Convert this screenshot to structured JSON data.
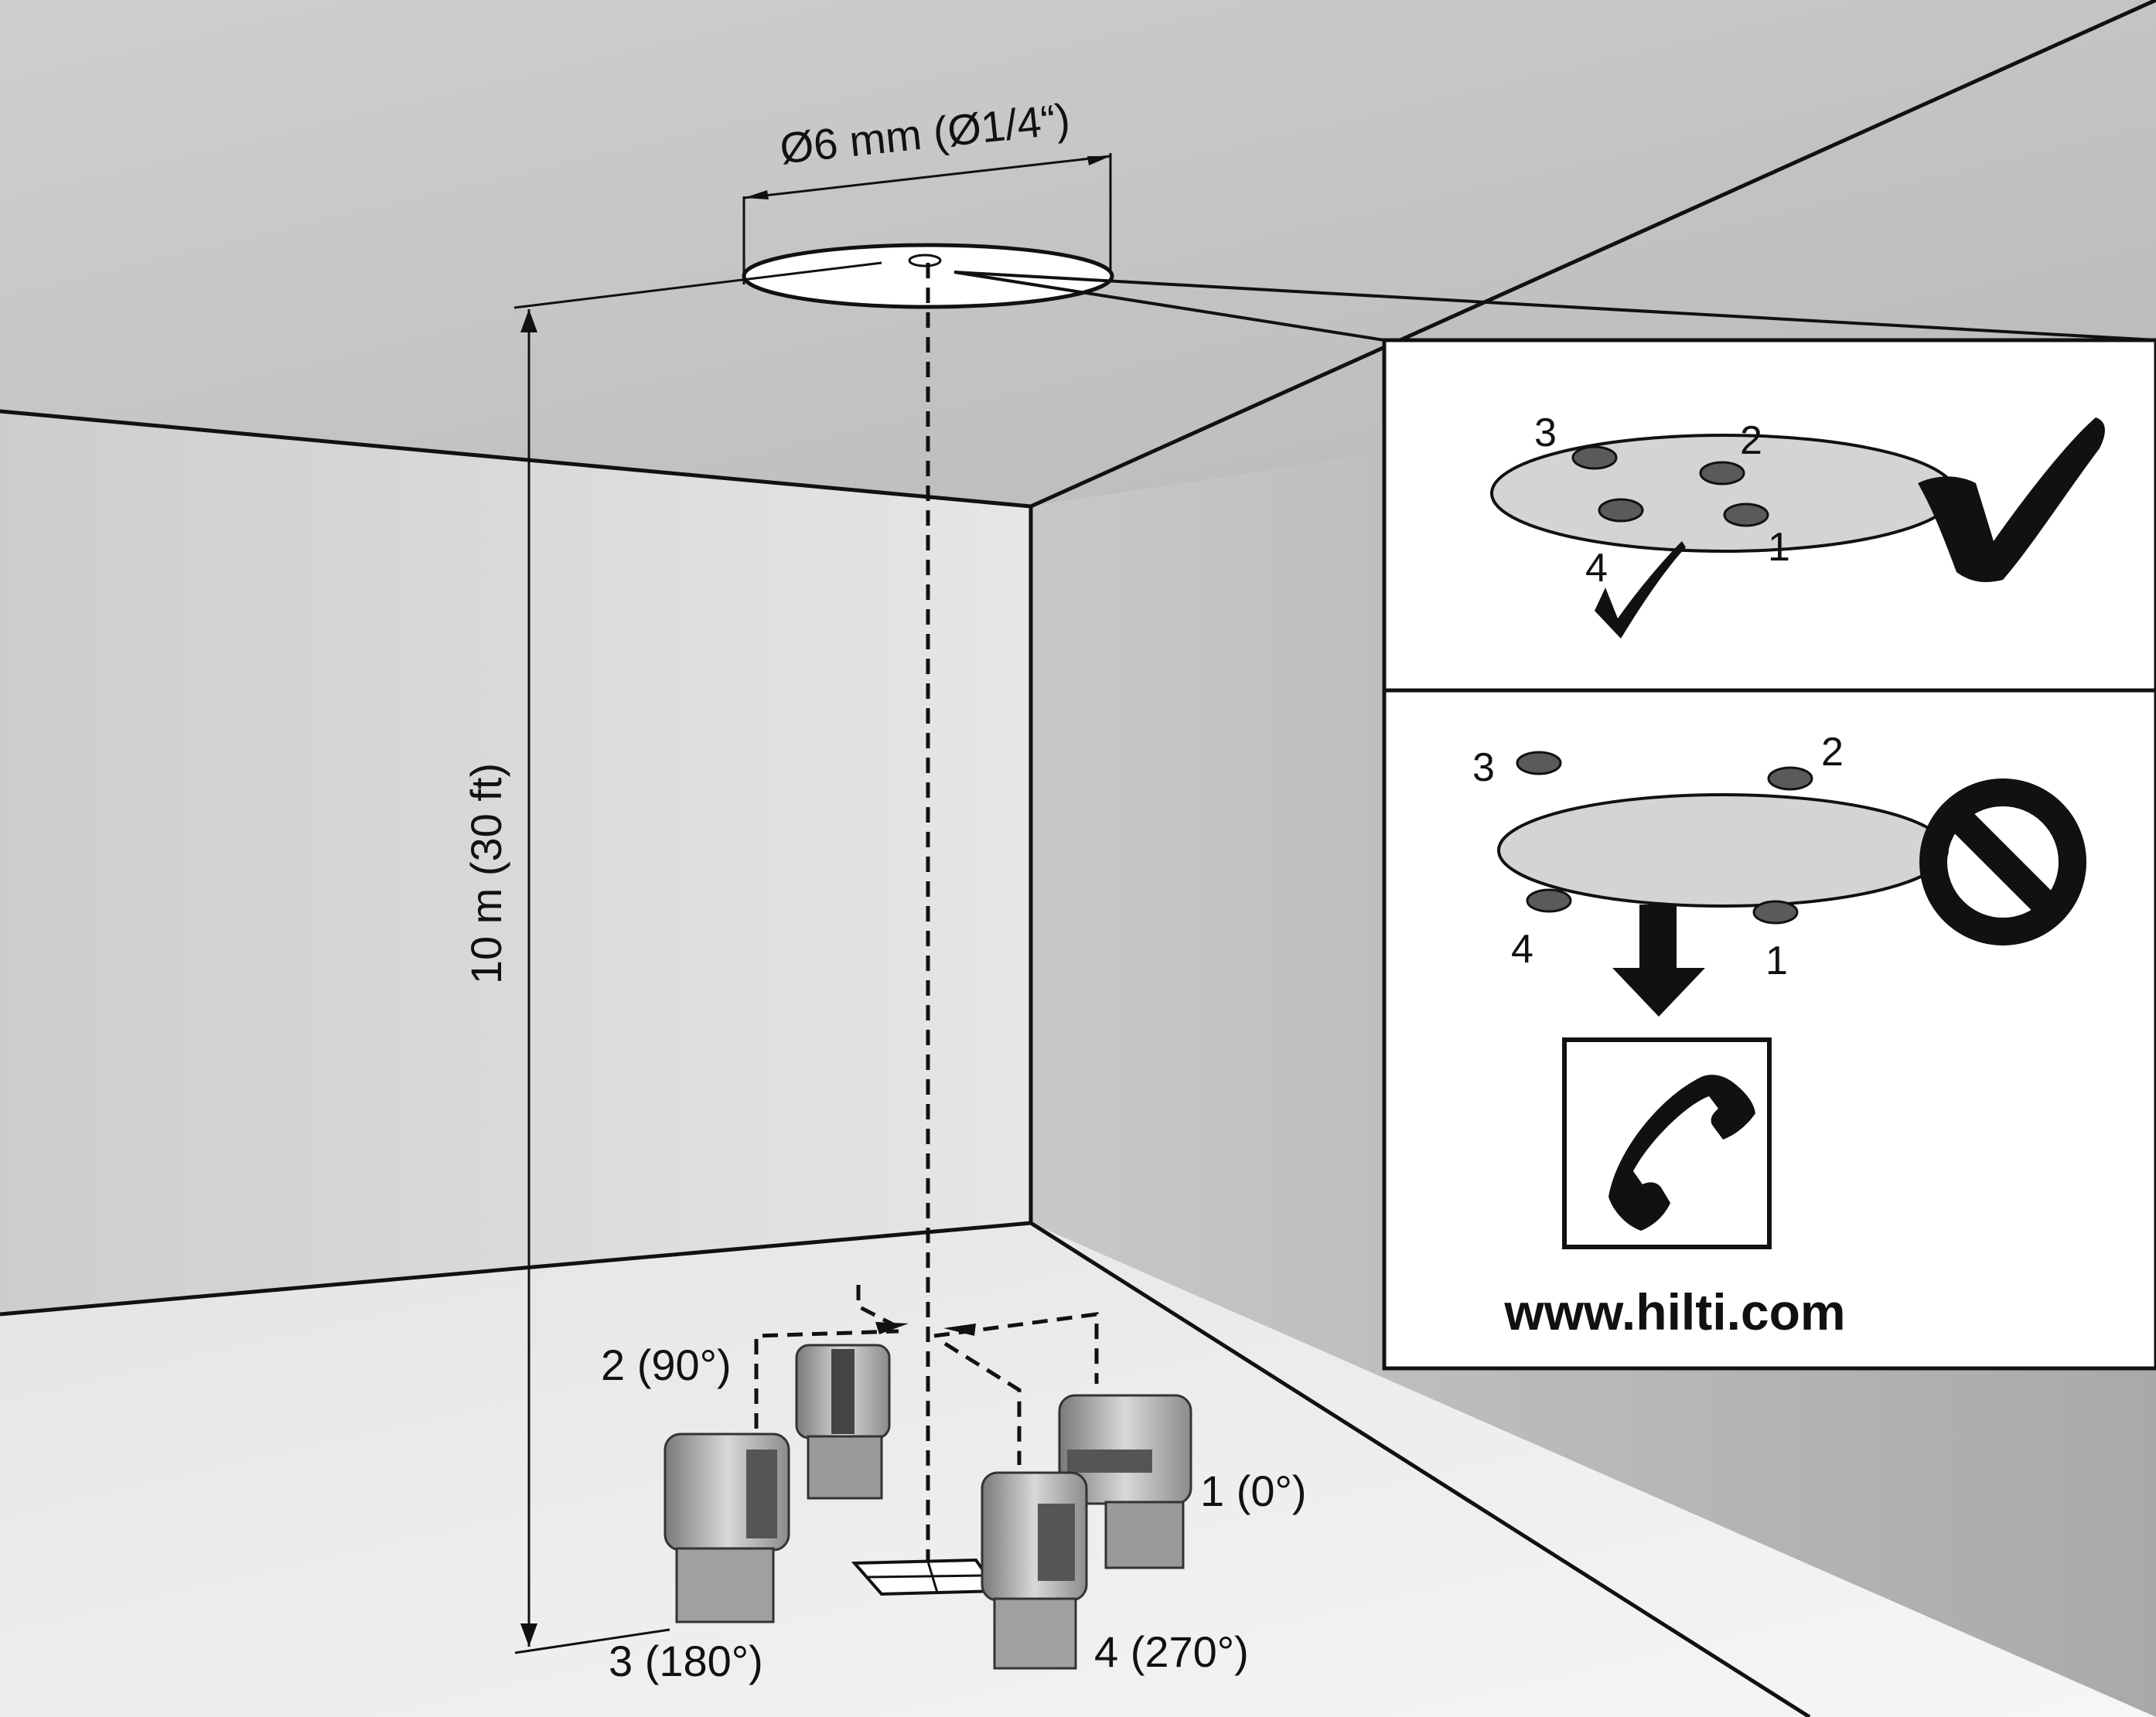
{
  "title": "",
  "labels": {
    "target_diameter": "Ø6 mm (Ø1/4“)",
    "distance": "10 m (30 ft)",
    "pos1": "1 (0°)",
    "pos2": "2 (90°)",
    "pos3": "3 (180°)",
    "pos4": "4 (270°)"
  },
  "panel_ok": {
    "dots": [
      "1",
      "2",
      "3",
      "4"
    ],
    "result": "check-icon"
  },
  "panel_fail": {
    "dots": [
      "1",
      "2",
      "3",
      "4"
    ],
    "result": "prohibited-icon",
    "action": "phone-icon",
    "url": "www.hilti.com"
  },
  "colors": {
    "ceiling": "#c4c4c4",
    "wall_left": "#d0d0d0",
    "wall_right": "#b4b4b4",
    "floor": "#e8e8e8",
    "ink": "#111111",
    "dot": "#5a5a5a"
  }
}
